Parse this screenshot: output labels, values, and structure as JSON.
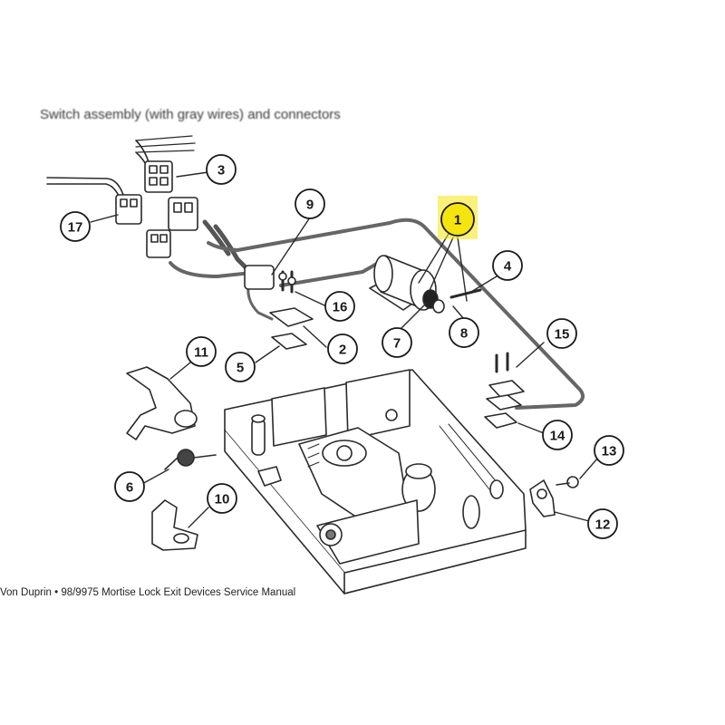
{
  "heading_fragment": "Switch assembly (with gray wires) and connectors",
  "footer": "Von Duprin  •  98/9975 Mortise Lock Exit Devices Service Manual",
  "highlight_color": "#f5e50f",
  "callouts": [
    {
      "id": "1",
      "highlighted": true
    },
    {
      "id": "2"
    },
    {
      "id": "3"
    },
    {
      "id": "4"
    },
    {
      "id": "5"
    },
    {
      "id": "6"
    },
    {
      "id": "7"
    },
    {
      "id": "8"
    },
    {
      "id": "9"
    },
    {
      "id": "10"
    },
    {
      "id": "11"
    },
    {
      "id": "12"
    },
    {
      "id": "13"
    },
    {
      "id": "14"
    },
    {
      "id": "15"
    },
    {
      "id": "16"
    },
    {
      "id": "17"
    }
  ]
}
